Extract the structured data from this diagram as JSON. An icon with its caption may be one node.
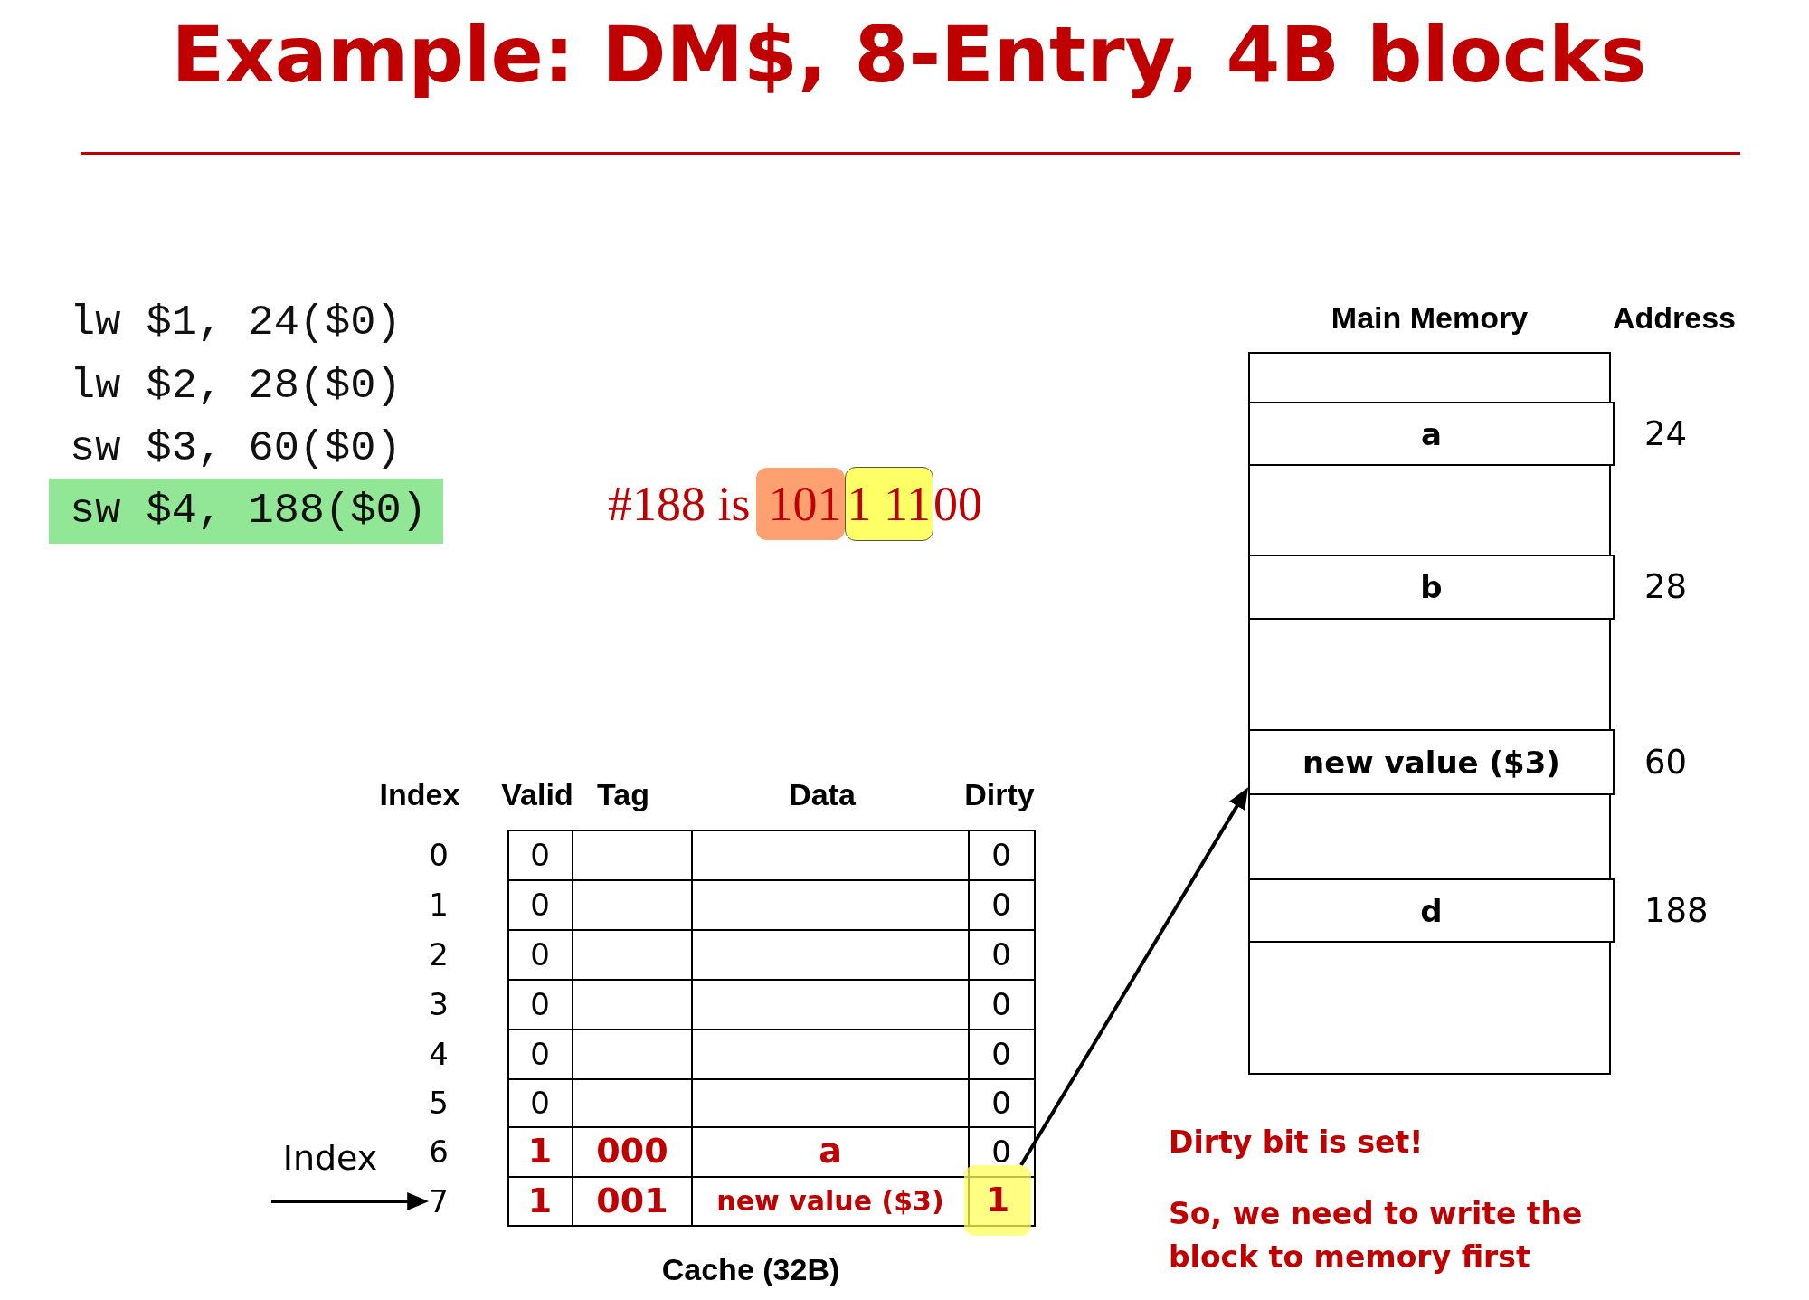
{
  "diagram": {
    "title": "Example: DM$, 8-Entry, 4B blocks",
    "nodes": [
      {
        "text": [
          "sw $4, 188($0)"
        ]
      },
      {
        "text": [
          "101"
        ]
      },
      {
        "text": [
          "1 11"
        ]
      },
      {
        "text": [
          "7"
        ]
      },
      {
        "text": [
          "1"
        ]
      },
      {
        "text": [
          "Main Memory"
        ]
      },
      {
        "text": [
          "a"
        ],
        "in": 5,
        "beside": [
          "24"
        ]
      },
      {
        "text": [
          "b"
        ],
        "in": 5,
        "beside": [
          "28"
        ]
      },
      {
        "text": [
          "new value ($3)"
        ],
        "in": 5,
        "beside": [
          "60"
        ]
      },
      {
        "text": [
          "d"
        ],
        "in": 5,
        "beside": [
          "188"
        ]
      }
    ],
    "edges": [
      {
        "from": null,
        "to": 3,
        "arrow": "to",
        "label": "Index"
      },
      {
        "from": 4,
        "to": 8,
        "arrow": "to"
      }
    ],
    "labels": [
      "lw $1, 24($0)",
      "lw $2, 28($0)",
      "sw $3, 60($0)",
      "#188 is",
      "00",
      "Address",
      "Index",
      "Valid",
      "Tag",
      "Data",
      "Dirty",
      "0",
      "0",
      "0",
      "1",
      "0",
      "0",
      "2",
      "0",
      "0",
      "3",
      "0",
      "0",
      "4",
      "0",
      "0",
      "5",
      "0",
      "0",
      "6",
      "1",
      "000",
      "a",
      "0",
      "1",
      "001",
      "new value ($3)",
      "Cache (32B)",
      "Dirty bit is set!",
      "So, we need to write the block to memory first"
    ]
  }
}
